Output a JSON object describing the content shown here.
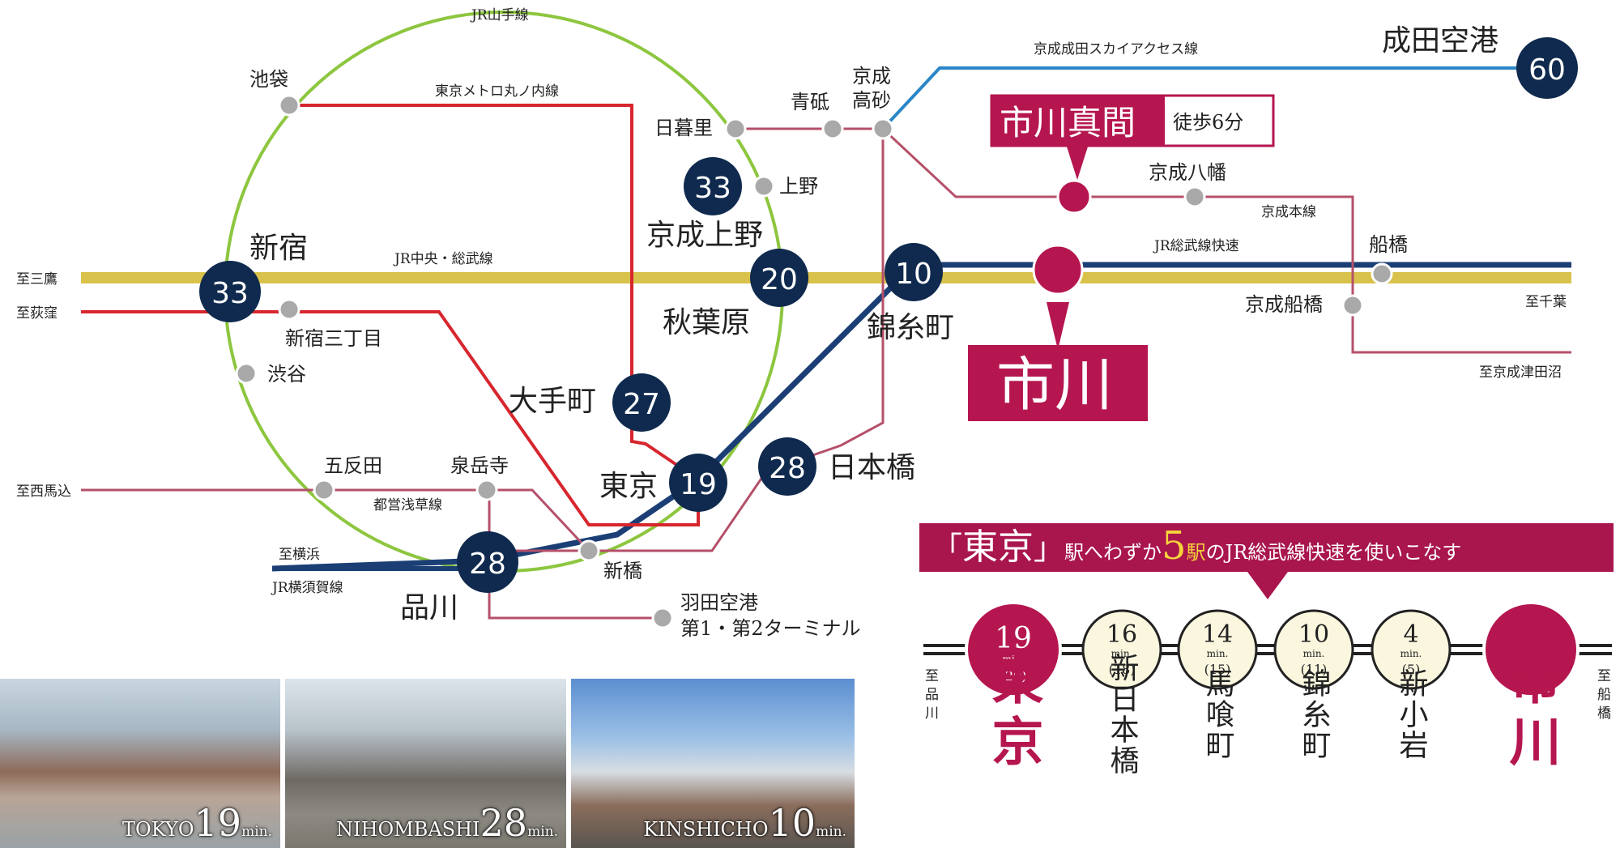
{
  "lines": {
    "yamanote": "JR山手線",
    "marunouchi": "東京メトロ丸ノ内線",
    "chuo_sobu": "JR中央・総武線",
    "sobu_rapid": "JR総武線快速",
    "keisei_main": "京成本線",
    "skyaccess": "京成成田スカイアクセス線",
    "asakusa": "都営浅草線",
    "yokosuka": "JR横須賀線"
  },
  "directions": {
    "mitaka": "至三鷹",
    "ogikubo": "至荻窪",
    "nishimagome": "至西馬込",
    "yokohama": "至横浜",
    "chiba": "至千葉",
    "tsudanuma": "至京成津田沼"
  },
  "stations": {
    "ikebukuro": "池袋",
    "shinjuku": "新宿",
    "shinjuku_sanchome": "新宿三丁目",
    "shibuya": "渋谷",
    "gotanda": "五反田",
    "sengakuji": "泉岳寺",
    "shinagawa": "品川",
    "shimbashi": "新橋",
    "haneda": "羽田空港",
    "haneda_terminal": "第1・第2ターミナル",
    "tokyo": "東京",
    "otemachi": "大手町",
    "nihombashi": "日本橋",
    "akihabara": "秋葉原",
    "keisei_ueno": "京成上野",
    "ueno": "上野",
    "nippori": "日暮里",
    "aoto": "青砥",
    "keisei_takasago_1": "京成",
    "keisei_takasago_2": "高砂",
    "kinshicho": "錦糸町",
    "keisei_yawata": "京成八幡",
    "funabashi": "船橋",
    "keisei_funabashi": "京成船橋",
    "narita": "成田空港",
    "ichikawa": "市川",
    "ichikawa_mama": "市川真間",
    "walk": "徒歩6分"
  },
  "times": {
    "shinjuku": "33",
    "akihabara": "20",
    "keisei_ueno": "33",
    "otemachi": "27",
    "tokyo": "19",
    "shinagawa": "28",
    "nihombashi": "28",
    "kinshicho": "10",
    "narita": "60"
  },
  "banner": {
    "open": "「",
    "station": "東京",
    "close": "」",
    "pre": "駅へわずか",
    "count": "5",
    "unit": "駅",
    "post": "のJR総武線快速を使いこなす"
  },
  "route": {
    "left_dir": "至品川",
    "right_dir": "至船橋",
    "min": "min.",
    "stops": [
      {
        "name": "東京",
        "time": "19",
        "alt": "(20)"
      },
      {
        "name": "新日本橋",
        "time": "16",
        "alt": "(18)"
      },
      {
        "name": "馬喰町",
        "time": "14",
        "alt": "(15)"
      },
      {
        "name": "錦糸町",
        "time": "10",
        "alt": "(11)"
      },
      {
        "name": "新小岩",
        "time": "4",
        "alt": "(5)"
      },
      {
        "name": "市川",
        "time": "",
        "alt": ""
      }
    ]
  },
  "photos": [
    {
      "name": "TOKYO",
      "time": "19",
      "unit": "min."
    },
    {
      "name": "NIHOMBASHI",
      "time": "28",
      "unit": "min."
    },
    {
      "name": "KINSHICHO",
      "time": "10",
      "unit": "min."
    }
  ],
  "colors": {
    "yamanote": "#8dc63f",
    "marunouchi": "#d7262e",
    "chuo_sobu": "#d9c24b",
    "sobu_rapid": "#1b3f75",
    "keisei": "#b5506a",
    "skyaccess": "#2a86c8",
    "accent": "#b5164f",
    "navy": "#0f2a4e"
  }
}
